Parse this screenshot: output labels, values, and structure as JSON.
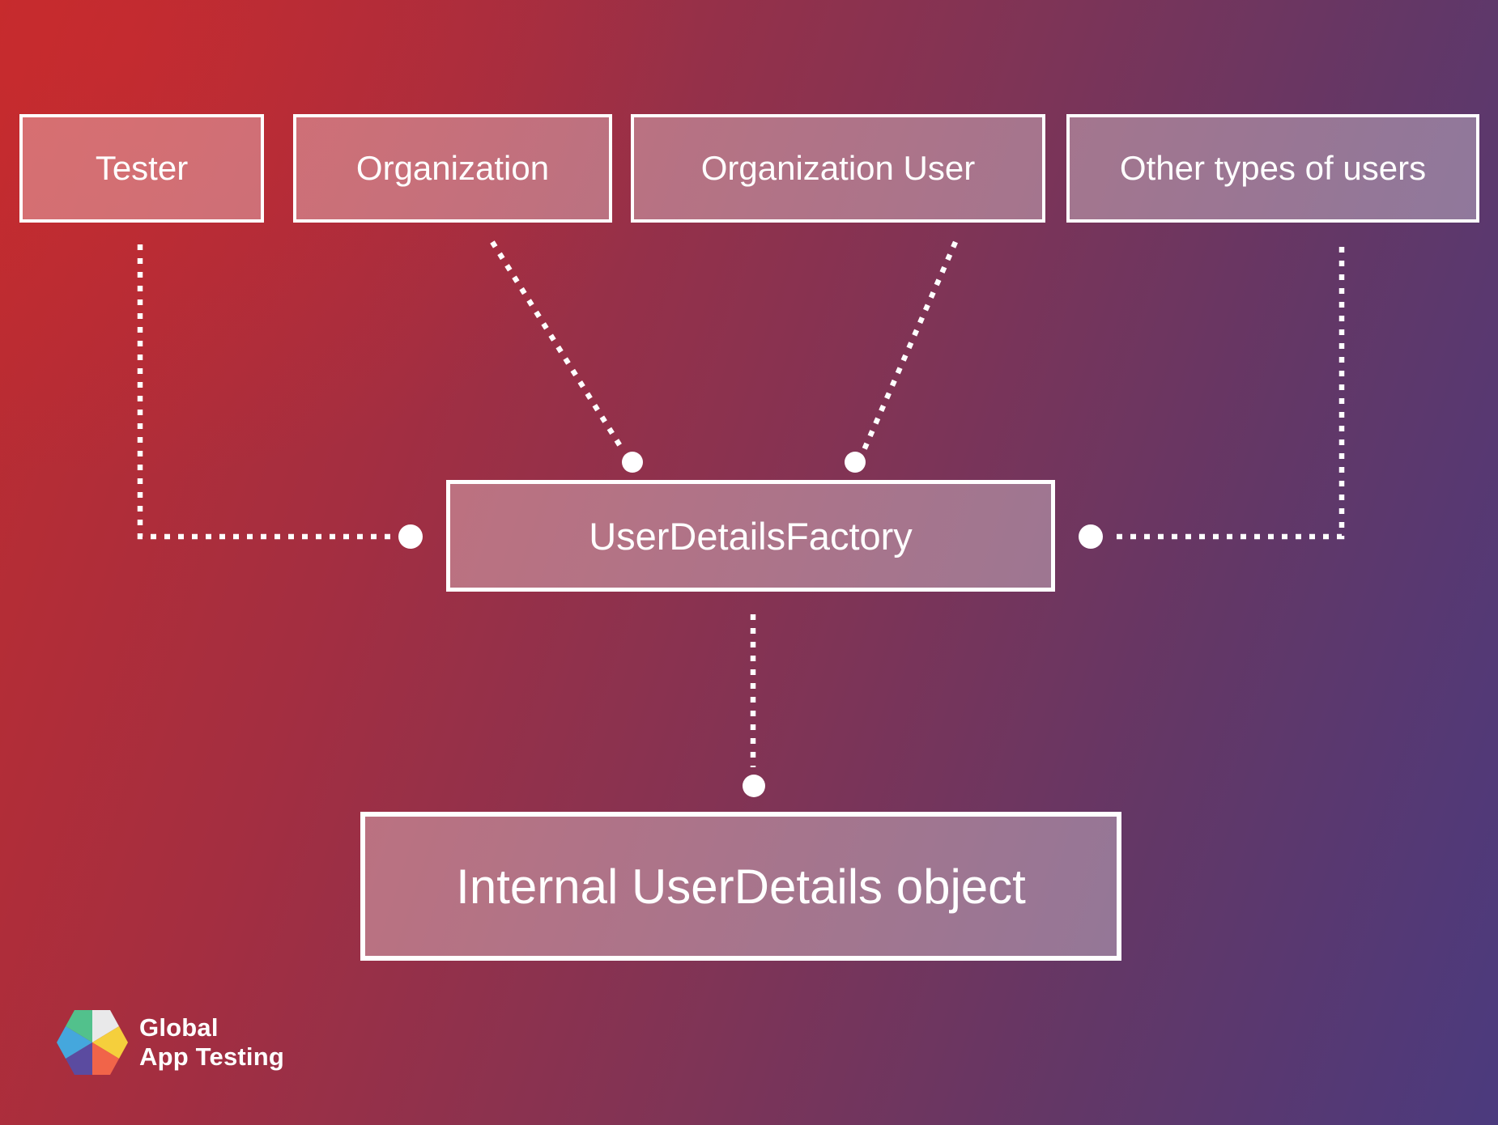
{
  "diagram": {
    "source_nodes": [
      {
        "id": "tester",
        "label": "Tester"
      },
      {
        "id": "organization",
        "label": "Organization"
      },
      {
        "id": "organization-user",
        "label": "Organization User"
      },
      {
        "id": "other-users",
        "label": "Other types of users"
      }
    ],
    "factory_node": {
      "label": "UserDetailsFactory"
    },
    "output_node": {
      "label": "Internal UserDetails object"
    },
    "connectors": [
      "tester-to-factory",
      "organization-to-factory",
      "organization-user-to-factory",
      "other-users-to-factory",
      "factory-to-internal-userdetails"
    ]
  },
  "style": {
    "background_gradient": [
      "#bf2c2f",
      "#a32e41",
      "#843353",
      "#633766",
      "#4b3a7e"
    ],
    "node_fill": "rgba(255,255,255,0.32)",
    "node_border_color": "#ffffff",
    "connector_color": "#ffffff",
    "text_color": "#ffffff"
  },
  "logo": {
    "line1": "Global",
    "line2": "App Testing",
    "hex_colors": {
      "top_left": "#52c18c",
      "top_right": "#e9e9ea",
      "right": "#f5cf3c",
      "bottom_right": "#f16449",
      "bottom_left": "#5b4ba0",
      "left": "#45a7dd"
    }
  }
}
